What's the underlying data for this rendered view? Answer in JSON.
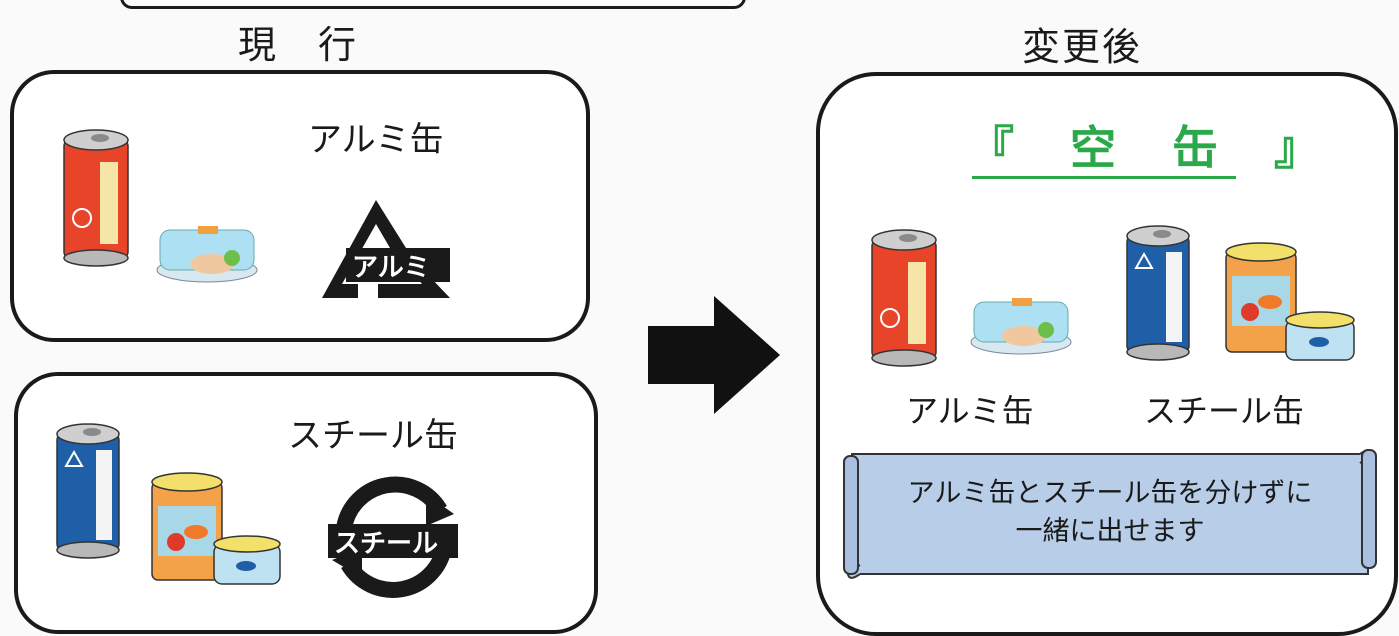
{
  "current": {
    "heading": "現　行",
    "aluminum": {
      "label": "アルミ缶",
      "mark_text": "アルミ"
    },
    "steel": {
      "label": "スチール缶",
      "mark_text": "スチール"
    }
  },
  "after": {
    "heading": "変更後",
    "title": "『 空 缶 』",
    "aluminum_label": "アルミ缶",
    "steel_label": "スチール缶",
    "message_line1": "アルミ缶とスチール缶を分けずに",
    "message_line2": "一緒に出せます"
  },
  "colors": {
    "green": "#2aa84a",
    "scroll_fill": "#b8cde8",
    "can_red": "#e8442a",
    "can_blue": "#1f5fa8",
    "arrow": "#111111"
  }
}
